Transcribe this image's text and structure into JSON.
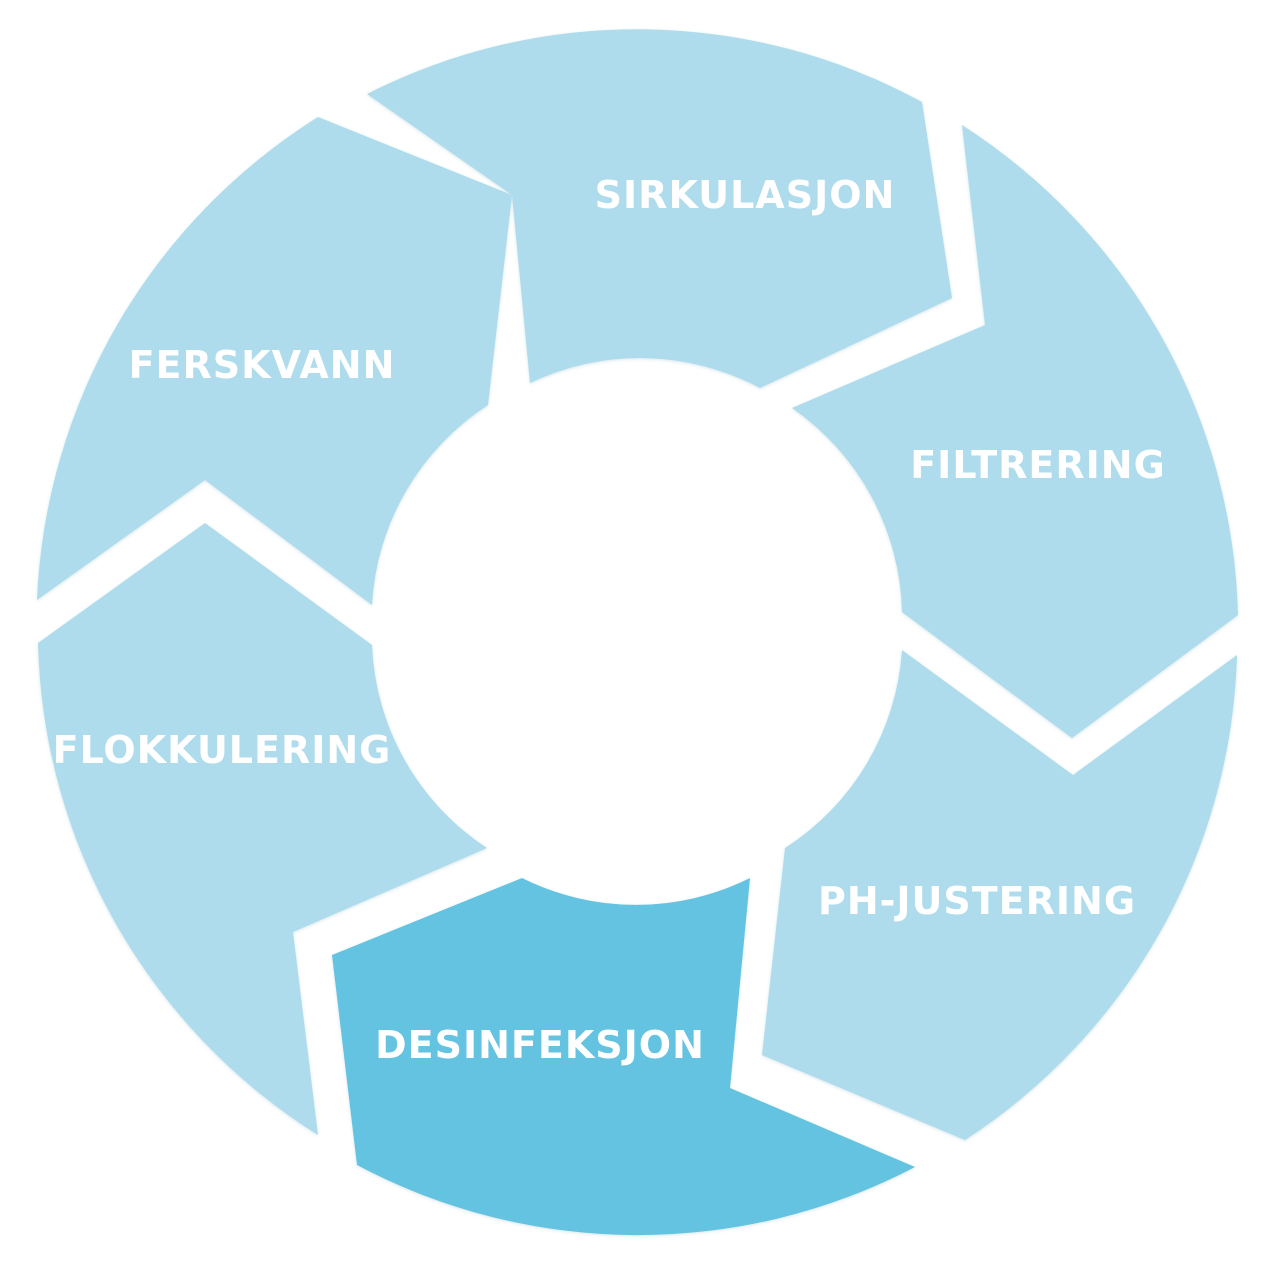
{
  "diagram": {
    "type": "cycle",
    "colors": {
      "segment": "#aedcec",
      "highlight": "#64c3e1",
      "label": "#ffffff",
      "background": "#ffffff"
    },
    "segments": [
      {
        "id": "sirkulasjon",
        "label": "SIRKULASJON",
        "highlighted": false
      },
      {
        "id": "filtrering",
        "label": "FILTRERING",
        "highlighted": false
      },
      {
        "id": "ph-justering",
        "label": "PH-JUSTERING",
        "highlighted": false
      },
      {
        "id": "desinfeksjon",
        "label": "DESINFEKSJON",
        "highlighted": true
      },
      {
        "id": "flokkulering",
        "label": "FLOKKULERING",
        "highlighted": false
      },
      {
        "id": "ferskvann",
        "label": "FERSKVANN",
        "highlighted": false
      }
    ]
  }
}
